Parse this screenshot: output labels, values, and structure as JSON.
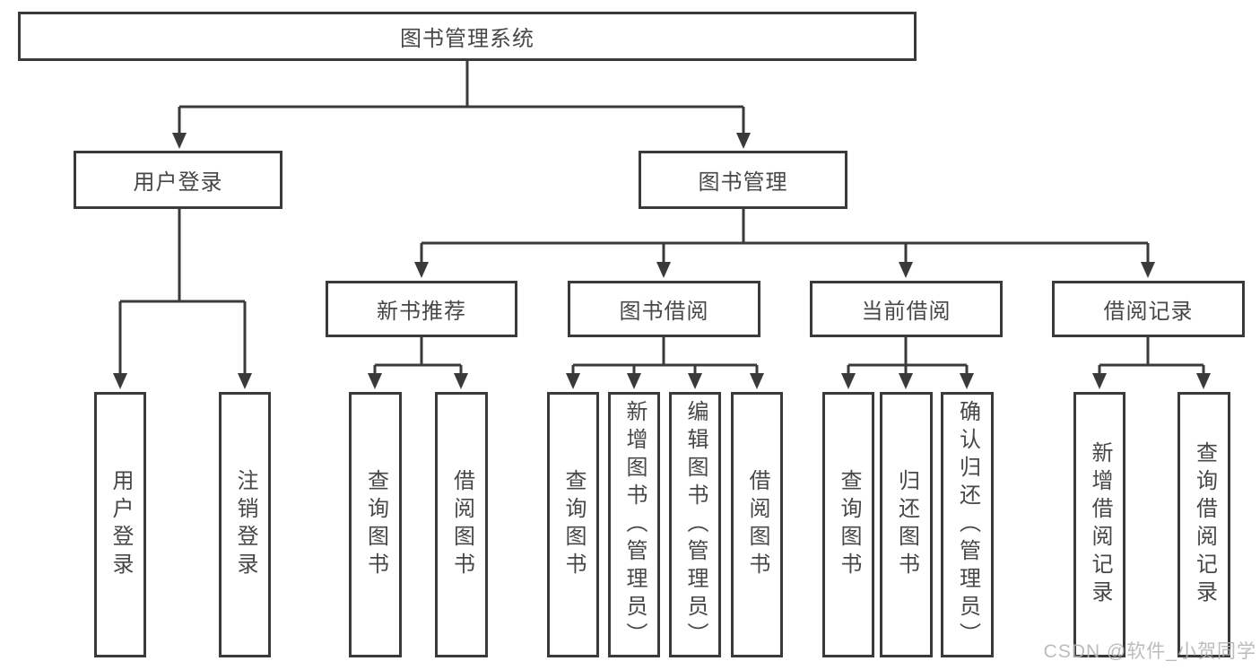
{
  "colors": {
    "line": "#3a3a3a",
    "text": "#474747",
    "box_background": "#ffffff",
    "page_background": "#ffffff",
    "watermark": "#b5b5b5"
  },
  "watermark": "CSDN @软件_小贺同学",
  "diagram": {
    "type": "hierarchy-tree",
    "root": {
      "label": "图书管理系统"
    },
    "login_branch": {
      "label": "用户登录",
      "children": [
        "用户登录",
        "注销登录"
      ]
    },
    "management_branch": {
      "label": "图书管理",
      "modules": [
        {
          "label": "新书推荐",
          "children": [
            "查询图书",
            "借阅图书"
          ]
        },
        {
          "label": "图书借阅",
          "children": [
            "查询图书",
            "新增图书（管理员）",
            "编辑图书（管理员）",
            "借阅图书"
          ]
        },
        {
          "label": "当前借阅",
          "children": [
            "查询图书",
            "归还图书",
            "确认归还（管理员）"
          ]
        },
        {
          "label": "借阅记录",
          "children": [
            "新增借阅记录",
            "查询借阅记录"
          ]
        }
      ]
    }
  }
}
